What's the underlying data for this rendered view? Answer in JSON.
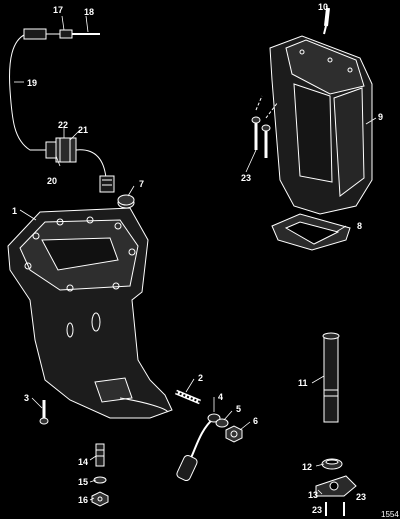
{
  "callouts": [
    {
      "id": "1",
      "text": "1"
    },
    {
      "id": "2",
      "text": "2"
    },
    {
      "id": "3",
      "text": "3"
    },
    {
      "id": "4",
      "text": "4"
    },
    {
      "id": "5",
      "text": "5"
    },
    {
      "id": "6",
      "text": "6"
    },
    {
      "id": "7",
      "text": "7"
    },
    {
      "id": "8",
      "text": "8"
    },
    {
      "id": "9",
      "text": "9"
    },
    {
      "id": "10",
      "text": "10"
    },
    {
      "id": "11",
      "text": "11"
    },
    {
      "id": "12",
      "text": "12"
    },
    {
      "id": "13",
      "text": "13"
    },
    {
      "id": "14",
      "text": "14"
    },
    {
      "id": "15",
      "text": "15"
    },
    {
      "id": "16",
      "text": "16"
    },
    {
      "id": "17",
      "text": "17"
    },
    {
      "id": "18",
      "text": "18"
    },
    {
      "id": "19",
      "text": "19"
    },
    {
      "id": "20",
      "text": "20"
    },
    {
      "id": "21",
      "text": "21"
    },
    {
      "id": "22",
      "text": "22"
    },
    {
      "id": "23a",
      "text": "23"
    },
    {
      "id": "23b",
      "text": "23"
    },
    {
      "id": "23c",
      "text": "23"
    }
  ],
  "figure_number": "1554",
  "colors": {
    "background": "#000000",
    "line": "#ffffff",
    "part_fill": "#202020"
  }
}
